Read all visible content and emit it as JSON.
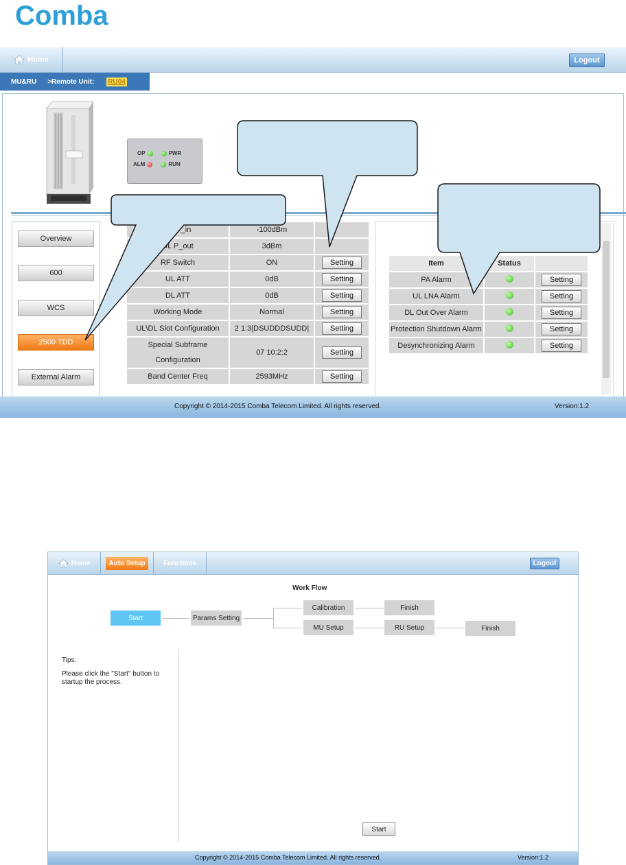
{
  "brand": {
    "logo_text": "Comba",
    "color": "#2f9fd8"
  },
  "screen1": {
    "nav": {
      "home": "Home",
      "logout": "Logout"
    },
    "breadcrumb": {
      "root": "MU&RU",
      "sub": ">Remote Unit:",
      "unit": "RU04"
    },
    "leds": [
      {
        "label": "OP",
        "color": "green"
      },
      {
        "label": "PWR",
        "color": "green"
      },
      {
        "label": "ALM",
        "color": "red"
      },
      {
        "label": "RUN",
        "color": "green"
      }
    ],
    "menu": [
      "Overview",
      "600",
      "WCS",
      "2500 TDD",
      "External Alarm"
    ],
    "active_menu": "2500 TDD",
    "params": [
      {
        "name": "UL P_in",
        "value": "-100dBm",
        "action": ""
      },
      {
        "name": "DL P_out",
        "value": "3dBm",
        "action": ""
      },
      {
        "name": "RF Switch",
        "value": "ON",
        "action": "Setting"
      },
      {
        "name": "UL ATT",
        "value": "0dB",
        "action": "Setting"
      },
      {
        "name": "DL ATT",
        "value": "0dB",
        "action": "Setting"
      },
      {
        "name": "Working Mode",
        "value": "Normal",
        "action": "Setting"
      },
      {
        "name": "UL\\DL Slot Configuration",
        "value": "2   1:3|DSUDDDSUDD|",
        "action": "Setting"
      },
      {
        "name": "Special Subframe Configuration",
        "value": "07   10:2:2",
        "action": "Setting"
      },
      {
        "name": "Band Center Freq",
        "value": "2593MHz",
        "action": "Setting"
      }
    ],
    "alarms": {
      "headers": [
        "Item",
        "Status",
        ""
      ],
      "rows": [
        {
          "item": "PA Alarm",
          "action": "Setting"
        },
        {
          "item": "UL LNA Alarm",
          "action": "Setting"
        },
        {
          "item": "DL Out Over Alarm",
          "action": "Setting"
        },
        {
          "item": "Protection Shutdown Alarm",
          "action": "Setting"
        },
        {
          "item": "Desynchronizing Alarm",
          "action": "Setting"
        }
      ],
      "status_color": "#3fb52b"
    },
    "footer": {
      "copyright": "Copyright © 2014-2015 Comba Telecom Limited. All rights reserved.",
      "version": "Version:1.2"
    }
  },
  "screen2": {
    "nav": {
      "home": "Home",
      "auto_setup": "Auto Setup",
      "functions": "Functions",
      "logout": "Logout"
    },
    "workflow": {
      "title": "Work Flow",
      "steps": {
        "start": "Start",
        "params": "Params Setting",
        "calibration": "Calibration",
        "finish_top": "Finish",
        "mu_setup": "MU Setup",
        "ru_setup": "RU Setup",
        "finish_bottom": "Finish"
      }
    },
    "tips": {
      "title": "Tips:",
      "text": "Please click the \"Start\" button to startup the process."
    },
    "start_button": "Start",
    "footer": {
      "copyright": "Copyright © 2014-2015 Comba Telecom Limited. All rights reserved.",
      "version": "Version:1.2"
    }
  }
}
